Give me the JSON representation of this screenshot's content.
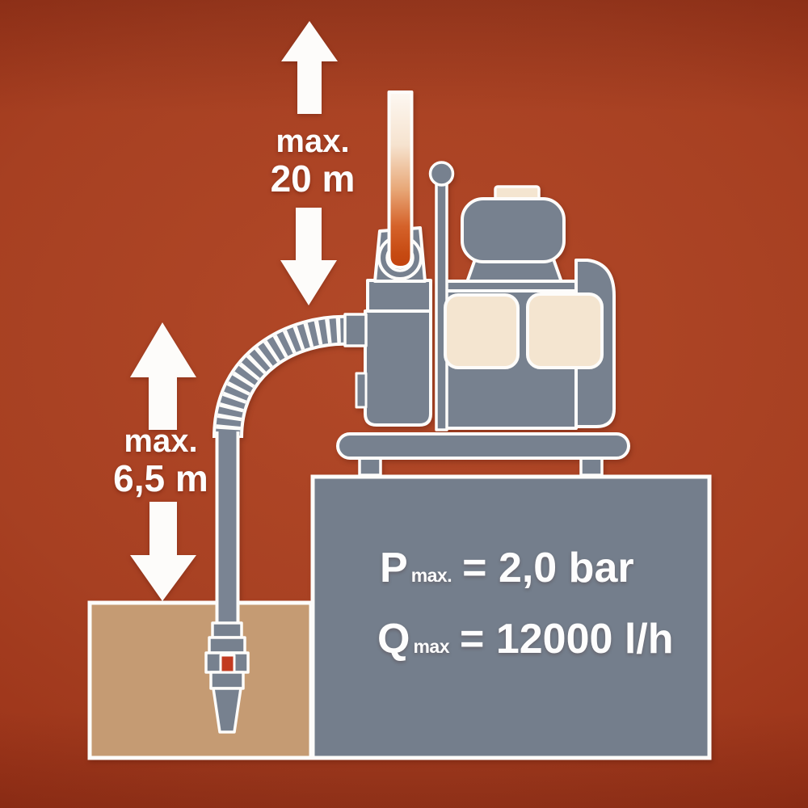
{
  "annotations": {
    "delivery": {
      "prefix": "max.",
      "value": "20 m"
    },
    "suction": {
      "prefix": "max.",
      "value": "6,5 m"
    }
  },
  "specs": {
    "pressure": {
      "symbol": "P",
      "subscript": "max.",
      "value": "= 2,0 bar"
    },
    "flow": {
      "symbol": "Q",
      "subscript": "max",
      "value": "= 12000 l/h"
    }
  },
  "icons": {
    "up_arrow": "up-arrow-icon",
    "down_arrow": "down-arrow-icon"
  },
  "colors": {
    "background_center": "#b24928",
    "background_edge": "#842413",
    "machine_gray": "#77818f",
    "panel_gray": "#747e8c",
    "hose_gray": "#7a8493",
    "cream": "#f4e5d0",
    "sand": "#c59b73",
    "white": "#fdfcfa",
    "text_white": "#fdfdfd",
    "pipe_red": "#c2420e",
    "valve_red": "#c23a20"
  }
}
